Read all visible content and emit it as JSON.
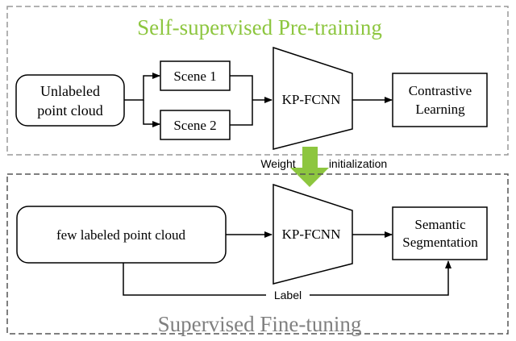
{
  "top_section": {
    "title": "Self-supervised Pre-training",
    "title_color": "#8dc63f",
    "input_node": {
      "line1": "Unlabeled",
      "line2": "point cloud"
    },
    "scene1_label": "Scene 1",
    "scene2_label": "Scene 2",
    "network_label": "KP-FCNN",
    "output_node": {
      "line1": "Contrastive",
      "line2": "Learning"
    }
  },
  "transfer": {
    "left_label": "Weight",
    "right_label": "initialization",
    "arrow_color": "#8dc63f"
  },
  "bottom_section": {
    "title": "Supervised Fine-tuning",
    "title_color": "#808080",
    "input_label": "few labeled point cloud",
    "network_label": "KP-FCNN",
    "output_node": {
      "line1": "Semantic",
      "line2": "Segmentation"
    },
    "label_edge": "Label"
  }
}
